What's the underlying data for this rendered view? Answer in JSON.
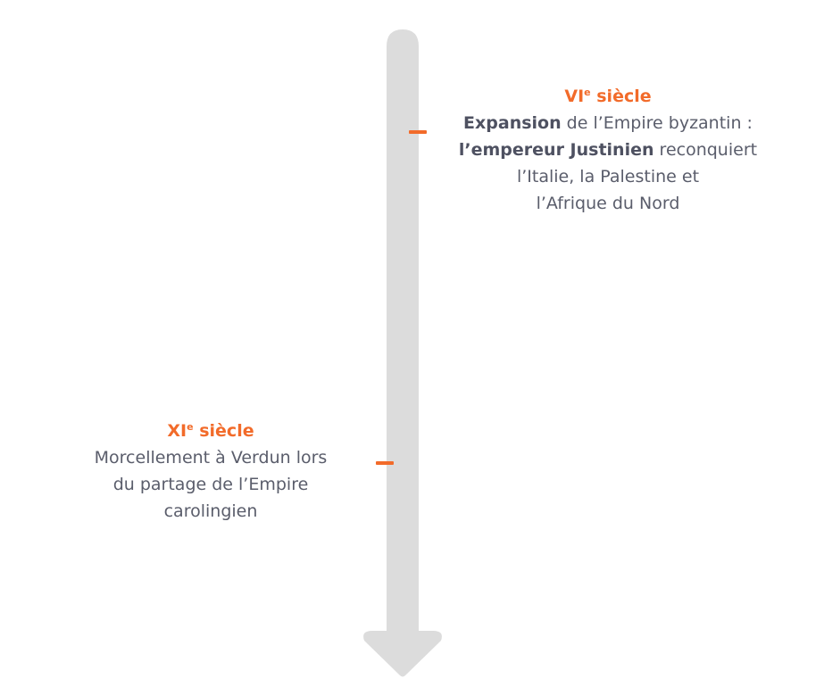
{
  "timeline": {
    "events": [
      {
        "century_numeral": "VI",
        "century_sup": "e",
        "century_word": "siècle",
        "line1_bold": "Expansion",
        "line1_rest": " de l’Empire byzantin :",
        "line2_bold": "l’empereur Justinien",
        "line2_rest": " reconquiert",
        "line3": "l’Italie, la Palestine et",
        "line4": "l’Afrique du Nord"
      },
      {
        "century_numeral": "XI",
        "century_sup": "e",
        "century_word": "siècle",
        "line1": "Morcellement à Verdun lors",
        "line2": "du partage de l’Empire",
        "line3": "carolingien"
      }
    ]
  },
  "colors": {
    "accent": "#f26b2a",
    "arrow": "#dcdcdc",
    "text": "#5a5d6b"
  }
}
